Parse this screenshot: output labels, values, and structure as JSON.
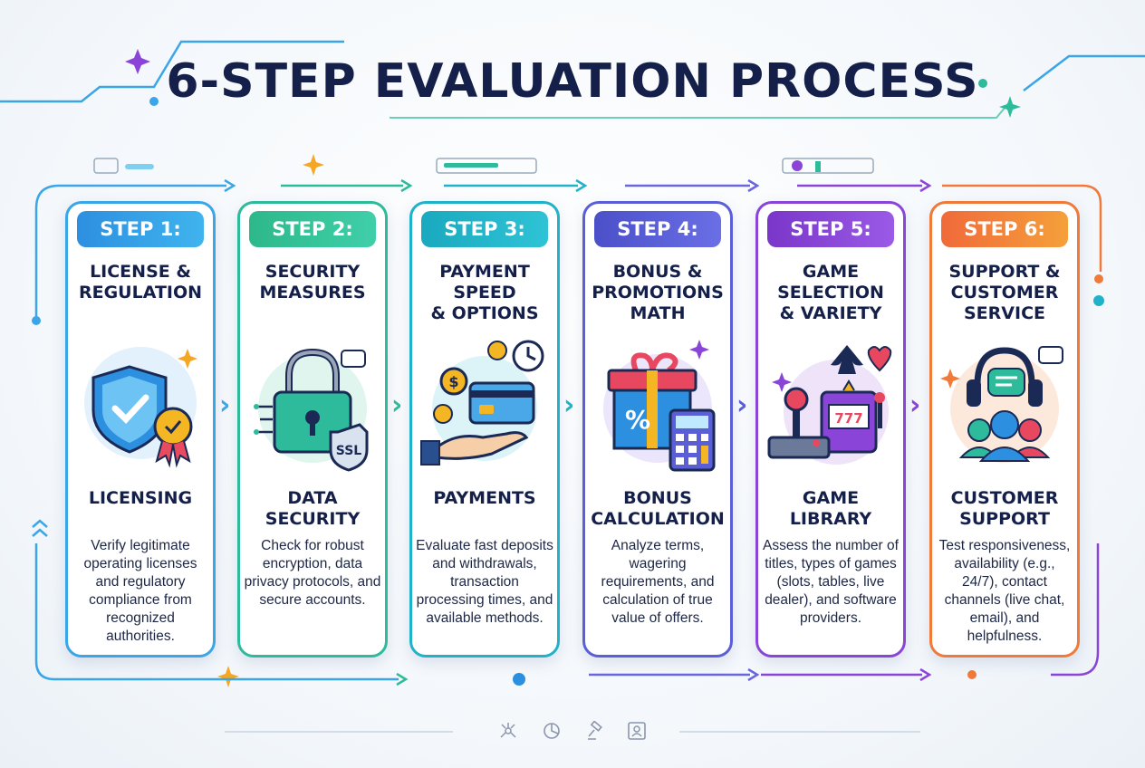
{
  "title": "6-STEP EVALUATION PROCESS",
  "colors": {
    "step1": "#2d8fe0",
    "step2": "#2dbb9b",
    "step3": "#1fb2c9",
    "step4": "#5a5fd8",
    "step5": "#8a44d8",
    "step6": "#f07a3a",
    "title": "#15204a"
  },
  "steps": [
    {
      "badge": "STEP 1:",
      "heading": "LICENSE &\nREGULATION",
      "subheading": "LICENSING",
      "description": "Verify legitimate operating licenses and regulatory compliance from recognized authorities.",
      "icon": "shield-badge-icon"
    },
    {
      "badge": "STEP 2:",
      "heading": "SECURITY\nMEASURES",
      "subheading": "DATA\nSECURITY",
      "description": "Check for robust encryption, data privacy protocols, and secure accounts.",
      "icon": "padlock-ssl-icon"
    },
    {
      "badge": "STEP 3:",
      "heading": "PAYMENT\nSPEED\n& OPTIONS",
      "subheading": "PAYMENTS",
      "description": "Evaluate fast deposits and withdrawals, transaction processing times, and available methods.",
      "icon": "payment-hand-icon"
    },
    {
      "badge": "STEP 4:",
      "heading": "BONUS &\nPROMOTIONS\nMATH",
      "subheading": "BONUS\nCALCULATION",
      "description": "Analyze terms, wagering requirements, and calculation of true value of offers.",
      "icon": "gift-calculator-icon"
    },
    {
      "badge": "STEP 5:",
      "heading": "GAME\nSELECTION\n& VARIETY",
      "subheading": "GAME\nLIBRARY",
      "description": "Assess the number of titles, types of games (slots, tables, live dealer), and software providers.",
      "icon": "slot-machine-icon"
    },
    {
      "badge": "STEP 6:",
      "heading": "SUPPORT &\nCUSTOMER\nSERVICE",
      "subheading": "CUSTOMER\nSUPPORT",
      "description": "Test responsiveness, availability (e.g., 24/7), contact channels (live chat, email), and helpfulness.",
      "icon": "headset-team-icon"
    }
  ],
  "footer_icons": [
    "network-icon",
    "pie-chart-icon",
    "gavel-icon",
    "profile-card-icon"
  ]
}
